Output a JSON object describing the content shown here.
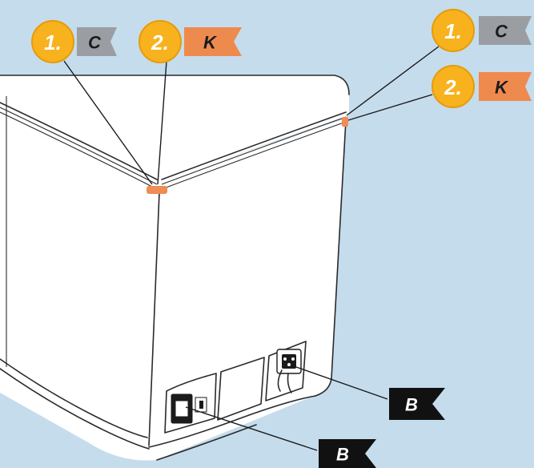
{
  "colors": {
    "background": "#c5dced",
    "badge": "#f7b21e",
    "flag_grey": "#9a9ea3",
    "flag_orange": "#ef8a4f",
    "flag_black": "#111111",
    "body": "#ffffff"
  },
  "callouts": {
    "left": {
      "step1": {
        "number": "1.",
        "letter": "C"
      },
      "step2": {
        "number": "2.",
        "letter": "K"
      }
    },
    "right": {
      "step1": {
        "number": "1.",
        "letter": "C"
      },
      "step2": {
        "number": "2.",
        "letter": "K"
      }
    },
    "bottom_right": {
      "letter": "B"
    },
    "bottom_left": {
      "letter": "B"
    }
  }
}
